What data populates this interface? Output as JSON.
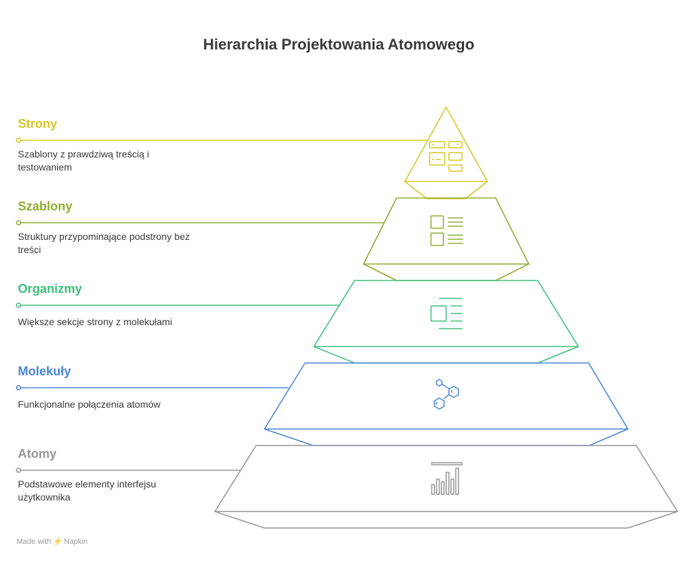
{
  "title": "Hierarchia Projektowania Atomowego",
  "levels": [
    {
      "heading": "Strony",
      "desc": "Szablony z prawdziwą treścią i testowaniem",
      "color": "#d8c623",
      "icon": "page-layout-icon"
    },
    {
      "heading": "Szablony",
      "desc": "Struktury przypominające podstrony bez treści",
      "color": "#8eae2f",
      "icon": "template-list-icon"
    },
    {
      "heading": "Organizmy",
      "desc": "Większe sekcje strony z molekułami",
      "color": "#3dc07c",
      "icon": "section-layout-icon"
    },
    {
      "heading": "Molekuły",
      "desc": "Funkcjonalne połączenia atomów",
      "color": "#4a86d8",
      "icon": "molecule-icon"
    },
    {
      "heading": "Atomy",
      "desc": "Podstawowe elementy interfejsu użytkownika",
      "color": "#969696",
      "icon": "bar-chart-icon"
    }
  ],
  "footer": {
    "made_with": "Made with",
    "brand": "Napkin"
  }
}
